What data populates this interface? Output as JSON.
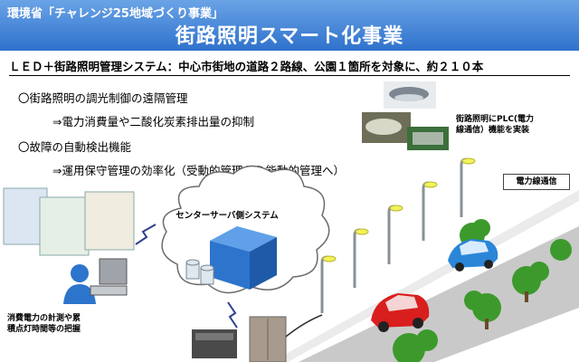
{
  "header": {
    "subtitle": "環境省「チャレンジ25地域づくり事業」",
    "title": "街路照明スマート化事業"
  },
  "system_line": "ＬＥＤ＋街路照明管理システム：中心市街地の道路２路線、公園１箇所を対象に、約２１０本",
  "bullets": {
    "b1": "〇街路照明の調光制御の遠隔管理",
    "b2": "⇒電力消費量や二酸化炭素排出量の抑制",
    "b3": "〇故障の自動検出機能",
    "b4": "⇒運用保守管理の効率化（受動的管理から能動的管理へ）"
  },
  "labels": {
    "plc_line1": "街路照明にPLC(電力",
    "plc_line2": "線通信）機能を実装",
    "power_line": "電力線通信",
    "center": "センターサーバ側システム",
    "meas_line1": "消費電力の計測や累",
    "meas_line2": "積点灯時間等の把握"
  },
  "colors": {
    "header_top": "#6aa3e6",
    "header_bottom": "#2f72cc",
    "road": "#c9c9c9",
    "tree": "#3c9a2c",
    "car_blue": "#2b86d8",
    "car_red": "#d91e1e"
  }
}
